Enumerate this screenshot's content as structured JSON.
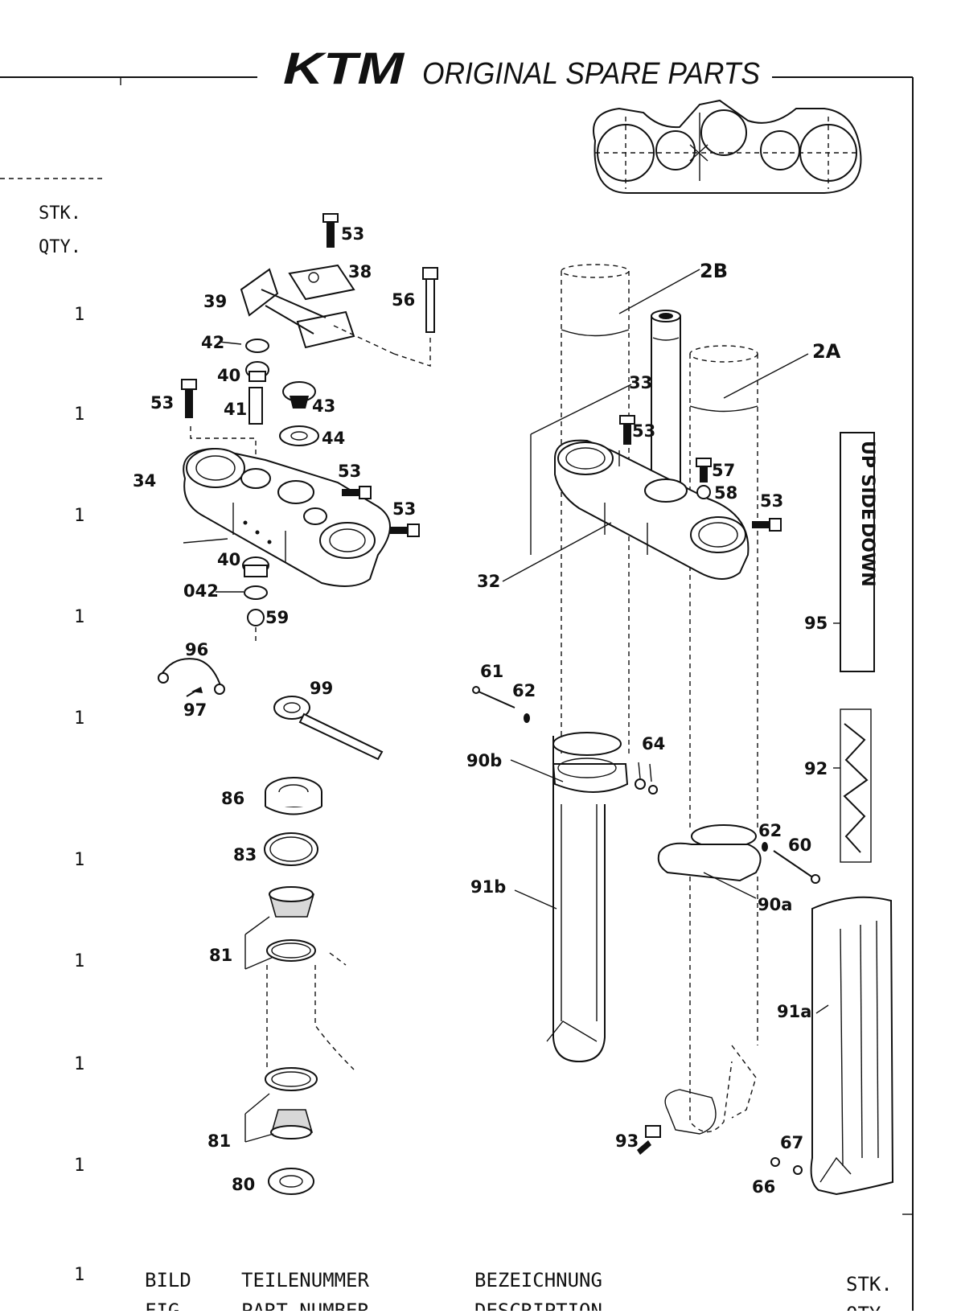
{
  "header": {
    "brand": "KTM",
    "title": "ORIGINAL SPARE PARTS"
  },
  "qty_column": {
    "heading_de": "STK.",
    "heading_en": "QTY.",
    "values": [
      "1",
      "1",
      "1",
      "1",
      "1",
      "1",
      "1",
      "1",
      "1",
      "1"
    ]
  },
  "footer": {
    "fig_de": "BILD",
    "fig_en": "FIG.",
    "part_de": "TEILENUMMER",
    "part_en": "PART NUMBER",
    "desc_de": "BEZEICHNUNG",
    "desc_en": "DESCRIPTION",
    "qty_de": "STK.",
    "qty_en": "QTY.",
    "first_qty": "1"
  },
  "stickers": {
    "upside": "UP SIDE",
    "down": "DOWN"
  },
  "callouts": {
    "c53a": "53",
    "c38": "38",
    "c56": "56",
    "c39": "39",
    "c42": "42",
    "c40a": "40",
    "c53b": "53",
    "c41": "41",
    "c43": "43",
    "c44": "44",
    "c34": "34",
    "c53c": "53",
    "c53d": "53",
    "c40b": "40",
    "c042": "042",
    "c59": "59",
    "c96": "96",
    "c97": "97",
    "c99": "99",
    "c86": "86",
    "c83": "83",
    "c81a": "81",
    "c81b": "81",
    "c80": "80",
    "c2b": "2B",
    "c2a": "2A",
    "c33": "33",
    "c53e": "53",
    "c57": "57",
    "c58": "58",
    "c53f": "53",
    "c32": "32",
    "c95": "95",
    "c61": "61",
    "c62a": "62",
    "c64": "64",
    "c90b": "90b",
    "c92": "92",
    "c62b": "62",
    "c60": "60",
    "c91b": "91b",
    "c90a": "90a",
    "c91a": "91a",
    "c93": "93",
    "c67": "67",
    "c66": "66"
  }
}
